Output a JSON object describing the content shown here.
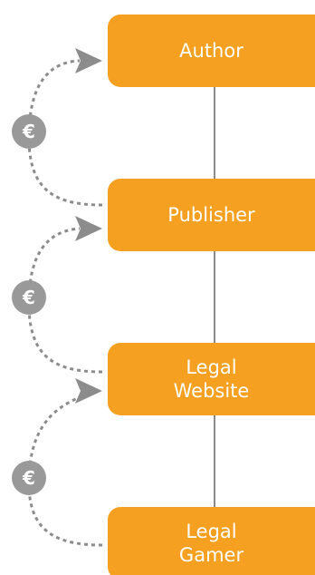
{
  "colors": {
    "node_fill": "#f5a020",
    "node_text": "#ffffff",
    "connector": "#8a8a8a",
    "money_flow": "#8c8c8c",
    "badge": "#999999"
  },
  "nodes": [
    {
      "id": "author",
      "lines": [
        "Author"
      ]
    },
    {
      "id": "publisher",
      "lines": [
        "Publisher"
      ]
    },
    {
      "id": "legal-website",
      "lines": [
        "Legal",
        "Website"
      ]
    },
    {
      "id": "legal-gamer",
      "lines": [
        "Legal",
        "Gamer"
      ]
    }
  ],
  "money_flows": [
    {
      "from": "publisher",
      "to": "author",
      "currency_symbol": "€",
      "icon": "euro-icon"
    },
    {
      "from": "legal-website",
      "to": "publisher",
      "currency_symbol": "€",
      "icon": "euro-icon"
    },
    {
      "from": "legal-gamer",
      "to": "legal-website",
      "currency_symbol": "€",
      "icon": "euro-icon"
    }
  ]
}
